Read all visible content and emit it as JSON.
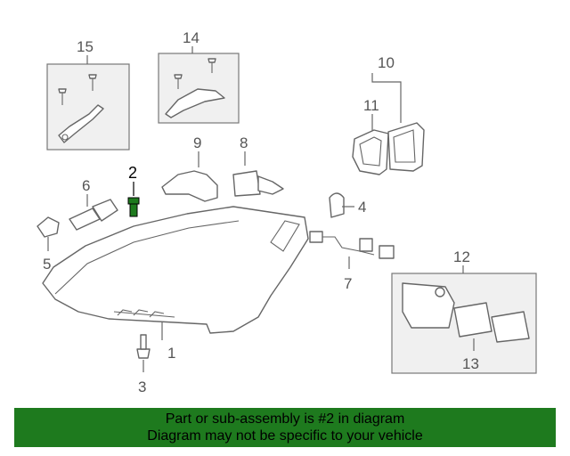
{
  "callouts": {
    "c1": "1",
    "c2": "2",
    "c3": "3",
    "c4": "4",
    "c5": "5",
    "c6": "6",
    "c7": "7",
    "c8": "8",
    "c9": "9",
    "c10": "10",
    "c11": "11",
    "c12": "12",
    "c13": "13",
    "c14": "14",
    "c15": "15"
  },
  "highlight_color": "#1e7a1e",
  "footer": {
    "line1": "Part or sub-assembly is #2 in diagram",
    "line2": "Diagram may not be specific to your vehicle"
  }
}
